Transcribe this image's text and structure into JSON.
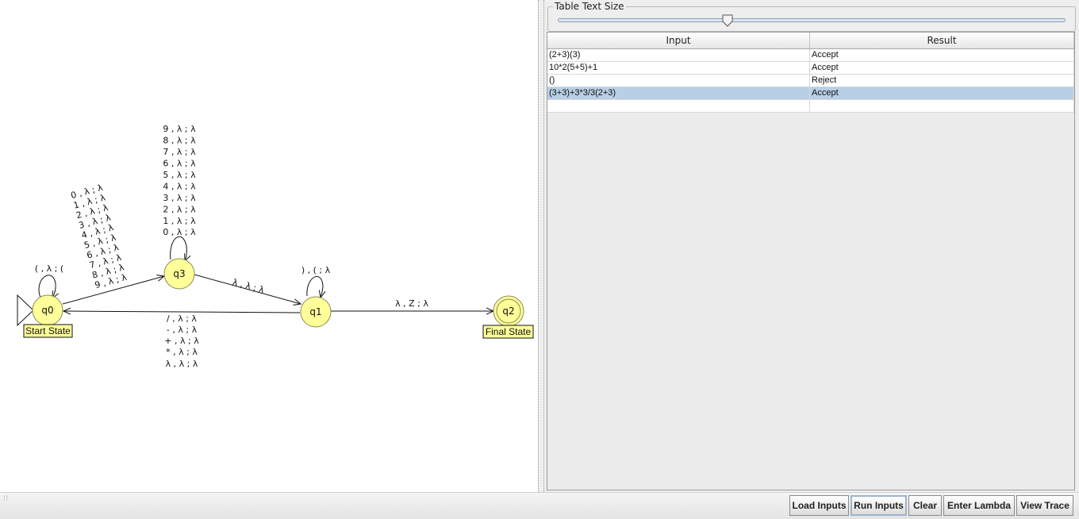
{
  "slider": {
    "title": "Table Text Size",
    "level": 0.33
  },
  "table": {
    "headers": [
      "Input",
      "Result"
    ],
    "rows": [
      {
        "input": "(2+3)(3)",
        "result": "Accept",
        "selected": false
      },
      {
        "input": "10*2(5+5)+1",
        "result": "Accept",
        "selected": false
      },
      {
        "input": "()",
        "result": "Reject",
        "selected": false
      },
      {
        "input": "(3+3)+3*3/3(2+3)",
        "result": "Accept",
        "selected": true
      },
      {
        "input": "",
        "result": "",
        "selected": false
      }
    ]
  },
  "buttons": {
    "load_inputs": "Load Inputs",
    "run_inputs": "Run Inputs",
    "clear": "Clear",
    "enter_lambda": "Enter Lambda",
    "view_trace": "View Trace"
  },
  "automaton": {
    "states": [
      {
        "id": "q0",
        "label": "q0",
        "tag": "Start State",
        "initial": true,
        "final": false
      },
      {
        "id": "q3",
        "label": "q3",
        "tag": "",
        "initial": false,
        "final": false
      },
      {
        "id": "q1",
        "label": "q1",
        "tag": "",
        "initial": false,
        "final": false
      },
      {
        "id": "q2",
        "label": "q2",
        "tag": "Final State",
        "initial": false,
        "final": true
      }
    ],
    "transitions": [
      {
        "from": "q0",
        "to": "q0",
        "labels": [
          "( , λ ; ("
        ]
      },
      {
        "from": "q0",
        "to": "q3",
        "labels": [
          "0 , λ ; λ",
          "1 , λ ; λ",
          "2 , λ ; λ",
          "3 , λ ; λ",
          "4 , λ ; λ",
          "5 , λ ; λ",
          "6 , λ ; λ",
          "7 , λ ; λ",
          "8 , λ ; λ",
          "9 , λ ; λ"
        ]
      },
      {
        "from": "q3",
        "to": "q3",
        "labels": [
          "9 , λ ; λ",
          "8 , λ ; λ",
          "7 , λ ; λ",
          "6 , λ ; λ",
          "5 , λ ; λ",
          "4 , λ ; λ",
          "3 , λ ; λ",
          "2 , λ ; λ",
          "1 , λ ; λ",
          "0 , λ ; λ"
        ]
      },
      {
        "from": "q3",
        "to": "q1",
        "labels": [
          "λ , λ ; λ"
        ]
      },
      {
        "from": "q1",
        "to": "q1",
        "labels": [
          ") , ( ; λ"
        ]
      },
      {
        "from": "q1",
        "to": "q0",
        "labels": [
          "/ , λ ; λ",
          "- , λ ; λ",
          "+ , λ ; λ",
          "* , λ ; λ",
          "λ , λ ; λ"
        ]
      },
      {
        "from": "q1",
        "to": "q2",
        "labels": [
          "λ , Z ; λ"
        ]
      }
    ],
    "colors": {
      "state_fill": "#ffff99",
      "state_stroke": "#8a8a5a",
      "tag_fill": "#ffff99"
    }
  }
}
